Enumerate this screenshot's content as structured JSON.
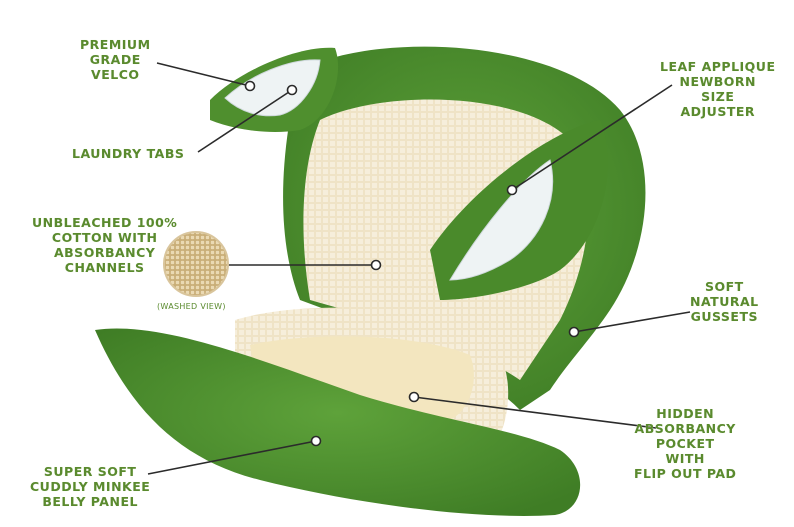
{
  "labels": {
    "velcro": [
      "PREMIUM",
      "GRADE",
      "VELCO"
    ],
    "laundry_tabs": [
      "LAUNDRY TABS"
    ],
    "cotton": [
      "UNBLEACHED 100%",
      "COTTON WITH",
      "ABSORBANCY",
      "CHANNELS"
    ],
    "washed_view": "(WASHED VIEW)",
    "leaf": [
      "LEAF APPLIQUE",
      "NEWBORN",
      "SIZE",
      "ADJUSTER"
    ],
    "gussets": [
      "SOFT",
      "NATURAL",
      "GUSSETS"
    ],
    "pocket": [
      "HIDDEN",
      "ABSORBANCY",
      "POCKET",
      "WITH",
      "FLIP OUT PAD"
    ],
    "belly": [
      "SUPER SOFT",
      "CUDDLY MINKEE",
      "BELLY PANEL"
    ]
  },
  "colors": {
    "label_green": "#5a8a2e",
    "minkee_green": "#4f8f2e",
    "cotton_cream": "#efe3c6",
    "velcro_white": "#eef3f4"
  }
}
